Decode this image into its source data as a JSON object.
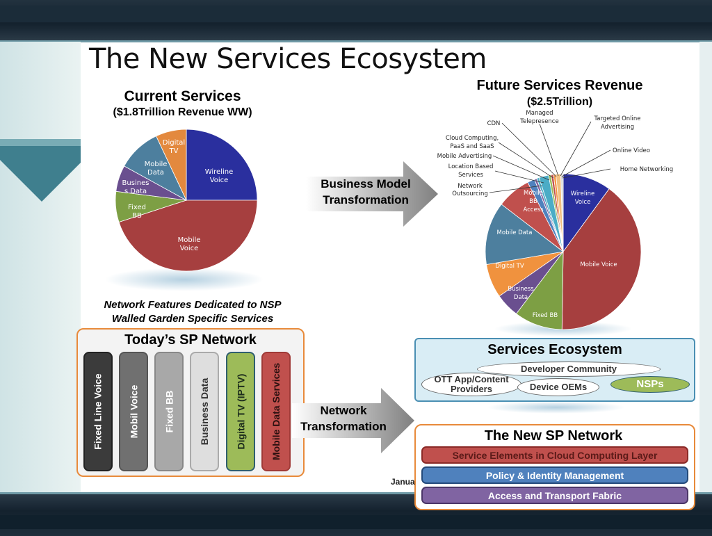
{
  "title": "The New Services Ecosystem",
  "current": {
    "heading": "Current Services",
    "subheading": "($1.8Trillion Revenue WW)",
    "labels": [
      "Wireline",
      "Voice",
      "Mobile",
      "Voice",
      "Fixed",
      "BB",
      "Busines",
      "s Data",
      "Mobile",
      "Data",
      "Digital",
      "TV"
    ]
  },
  "future": {
    "heading": "Future Services Revenue",
    "subheading": "($2.5Trillion)",
    "inside_labels": [
      "Wireline",
      "Voice",
      "Mobile Voice",
      "Fixed BB",
      "Business",
      "Data",
      "Digital TV",
      "Mobile Data",
      "Mobile",
      "BB",
      "Access"
    ],
    "callouts": [
      "Network",
      "Outsourcing",
      "Location Based",
      "Services",
      "Mobile Advertising",
      "Cloud Computing,",
      "PaaS and SaaS",
      "CDN",
      "Managed",
      "Telepresence",
      "Targeted Online",
      "Advertising",
      "Online Video",
      "Home Networking"
    ]
  },
  "arrow1": {
    "line1": "Business Model",
    "line2": "Transformation"
  },
  "arrow2": {
    "line1": "Network",
    "line2": "Transformation"
  },
  "walled": {
    "line1": "Network Features Dedicated to NSP",
    "line2": "Walled Garden Specific Services"
  },
  "today": {
    "heading": "Today’s SP Network",
    "pillars": [
      "Fixed Line Voice",
      "Mobil Voice",
      "Fixed BB",
      "Business Data",
      "Digital TV (IPTV)",
      "Mobile Data Services"
    ]
  },
  "ecosystem": {
    "heading": "Services Ecosystem",
    "developer": "Developer Community",
    "ott": "OTT App/Content Providers",
    "oems": "Device OEMs",
    "nsps": "NSPs"
  },
  "newsp": {
    "heading": "The New SP Network",
    "layers": [
      "Service Elements in Cloud Computing Layer",
      "Policy & Identity Management",
      "Access and Transport Fabric"
    ]
  },
  "footer_date": "Janua",
  "colors": {
    "wireline": "#2a2f9e",
    "mobile_voice": "#a63f3f",
    "fixed_bb": "#7d9f44",
    "business": "#6a4f8f",
    "mobile_data": "#4d7f9e",
    "digital_tv": "#e3893e",
    "orange_border": "#e88a3a"
  },
  "chart_data": [
    {
      "type": "pie",
      "title": "Current Services",
      "subtitle": "($1.8Trillion Revenue WW)",
      "categories": [
        "Wireline Voice",
        "Mobile Voice",
        "Fixed BB",
        "Business Data",
        "Mobile Data",
        "Digital TV"
      ],
      "values": [
        25,
        45,
        7,
        6,
        10,
        7
      ],
      "colors": [
        "#2a2f9e",
        "#a63f3f",
        "#7d9f44",
        "#6a4f8f",
        "#4d7f9e",
        "#e3893e"
      ]
    },
    {
      "type": "pie",
      "title": "Future Services Revenue",
      "subtitle": "($2.5Trillion)",
      "categories": [
        "Wireline Voice",
        "Mobile Voice",
        "Fixed BB",
        "Business Data",
        "Digital TV",
        "Mobile Data",
        "Mobile BB Access",
        "Network Outsourcing",
        "Location Based Services",
        "Mobile Advertising",
        "Cloud Computing, PaaS and SaaS",
        "CDN",
        "Managed Telepresence",
        "Targeted Online Advertising",
        "Online Video",
        "Home Networking"
      ],
      "values": [
        10,
        40,
        10,
        5,
        7,
        13,
        7,
        1.5,
        0.5,
        0.5,
        2,
        0.5,
        0.5,
        0.5,
        1,
        0.5
      ],
      "colors": [
        "#2a2f9e",
        "#a63f3f",
        "#7d9f44",
        "#6a4f8f",
        "#f0923e",
        "#4d7f9e",
        "#c0504d",
        "#4f81bd",
        "#8064a2",
        "#4bacc6",
        "#4bacc6",
        "#9bbb59",
        "#c0504d",
        "#f79646",
        "#f2c080",
        "#d9d9d9"
      ]
    }
  ]
}
